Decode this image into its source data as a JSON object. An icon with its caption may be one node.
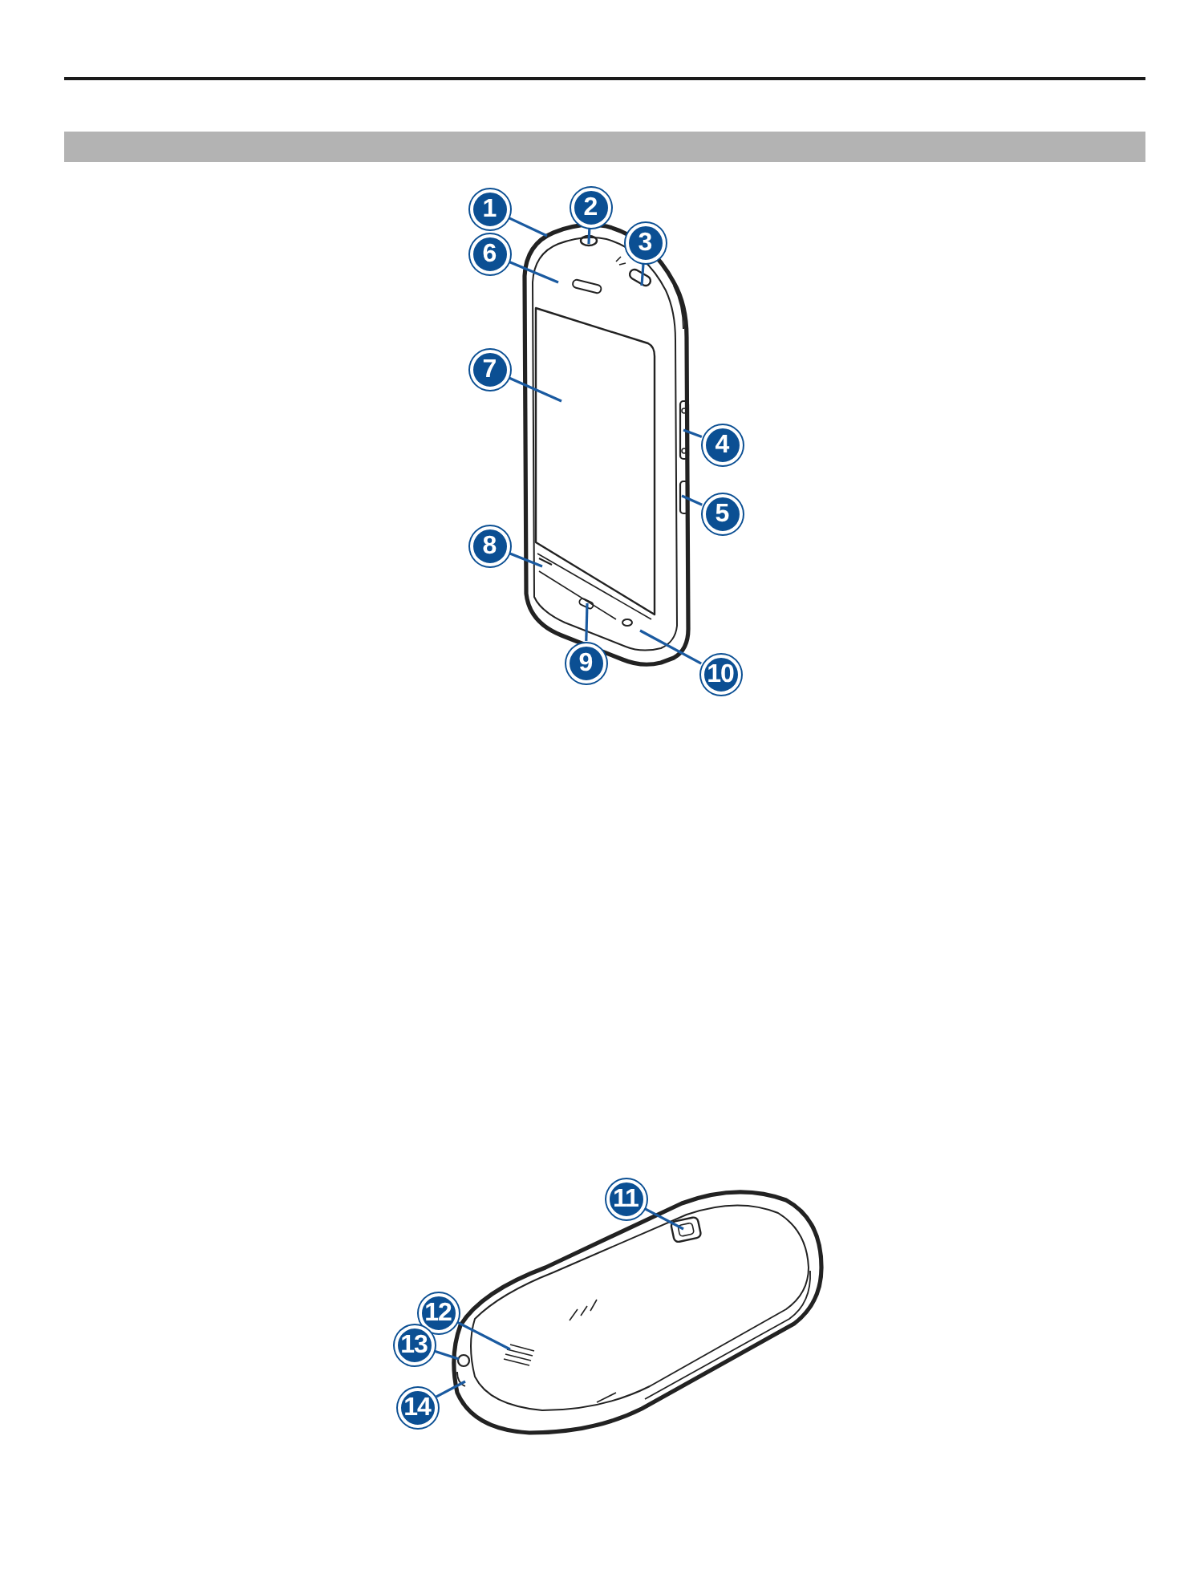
{
  "diagram": {
    "nodes": [
      {
        "text": [
          "1"
        ]
      },
      {
        "text": [
          "2"
        ]
      },
      {
        "text": [
          "3"
        ]
      },
      {
        "text": [
          "4"
        ]
      },
      {
        "text": [
          "5"
        ]
      },
      {
        "text": [
          "6"
        ]
      },
      {
        "text": [
          "7"
        ]
      },
      {
        "text": [
          "8"
        ]
      },
      {
        "text": [
          "9"
        ]
      },
      {
        "text": [
          "10"
        ]
      },
      {
        "text": [
          "11"
        ]
      },
      {
        "text": [
          "12"
        ]
      },
      {
        "text": [
          "13"
        ]
      },
      {
        "text": [
          "14"
        ]
      }
    ],
    "edges": [
      {
        "from": 0,
        "to": null,
        "arrow": "none"
      },
      {
        "from": 1,
        "to": null,
        "arrow": "none"
      },
      {
        "from": 2,
        "to": null,
        "arrow": "none"
      },
      {
        "from": 3,
        "to": null,
        "arrow": "none"
      },
      {
        "from": 4,
        "to": null,
        "arrow": "none"
      },
      {
        "from": 5,
        "to": null,
        "arrow": "none"
      },
      {
        "from": 6,
        "to": null,
        "arrow": "none"
      },
      {
        "from": 7,
        "to": null,
        "arrow": "none"
      },
      {
        "from": 8,
        "to": null,
        "arrow": "none"
      },
      {
        "from": 9,
        "to": null,
        "arrow": "none"
      },
      {
        "from": 10,
        "to": null,
        "arrow": "none"
      },
      {
        "from": 11,
        "to": null,
        "arrow": "none"
      },
      {
        "from": 12,
        "to": null,
        "arrow": "none"
      },
      {
        "from": 13,
        "to": null,
        "arrow": "none"
      }
    ]
  }
}
